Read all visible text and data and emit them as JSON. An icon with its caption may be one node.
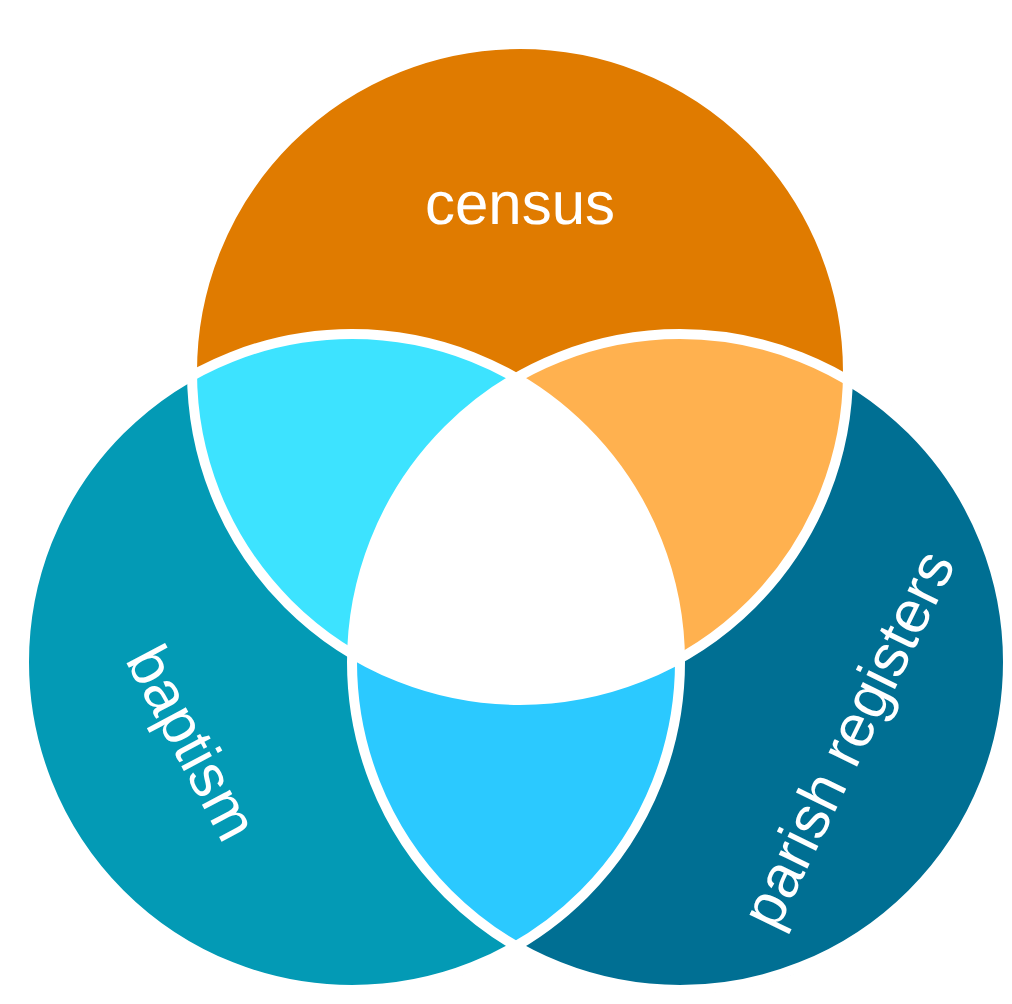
{
  "diagram": {
    "nodes": [
      {
        "text": [
          "census"
        ]
      },
      {
        "text": [
          "baptism"
        ]
      },
      {
        "text": [
          "parish registers"
        ]
      }
    ]
  }
}
